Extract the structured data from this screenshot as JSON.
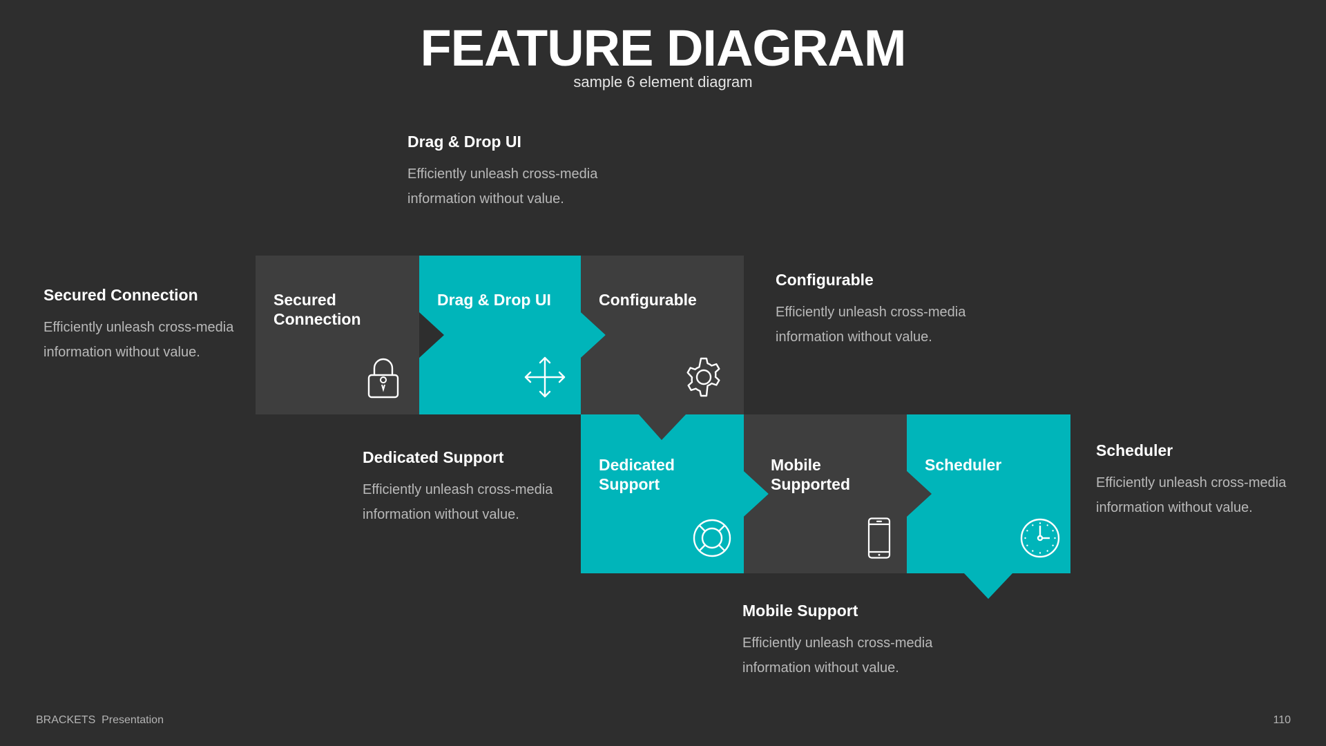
{
  "header": {
    "title": "FEATURE DIAGRAM",
    "subtitle": "sample 6 element diagram"
  },
  "colors": {
    "background": "#2e2e2e",
    "dark_box": "#3e3e3e",
    "accent": "#00b5ba",
    "text_primary": "#ffffff",
    "text_secondary": "#b9b9b9"
  },
  "boxes": [
    {
      "label": "Secured Connection",
      "icon": "lock-icon",
      "color": "dark"
    },
    {
      "label": "Drag & Drop UI",
      "icon": "move-arrows-icon",
      "color": "accent"
    },
    {
      "label": "Configurable",
      "icon": "gear-icon",
      "color": "dark"
    },
    {
      "label": "Dedicated Support",
      "icon": "lifebuoy-icon",
      "color": "accent"
    },
    {
      "label": "Mobile Supported",
      "icon": "smartphone-icon",
      "color": "dark"
    },
    {
      "label": "Scheduler",
      "icon": "clock-icon",
      "color": "accent"
    }
  ],
  "descriptions": [
    {
      "title": "Secured Connection",
      "line1": "Efficiently unleash cross-media",
      "line2": "information without value."
    },
    {
      "title": "Drag & Drop UI",
      "line1": "Efficiently unleash cross-media",
      "line2": "information without value."
    },
    {
      "title": "Configurable",
      "line1": "Efficiently unleash cross-media",
      "line2": "information without value."
    },
    {
      "title": "Dedicated Support",
      "line1": "Efficiently unleash cross-media",
      "line2": "information without value."
    },
    {
      "title": "Scheduler",
      "line1": "Efficiently unleash cross-media",
      "line2": "information without value."
    },
    {
      "title": "Mobile Support",
      "line1": "Efficiently unleash cross-media",
      "line2": "information without value."
    }
  ],
  "footer": {
    "brand": "BRACKETS  Presentation",
    "page_number": "110"
  }
}
